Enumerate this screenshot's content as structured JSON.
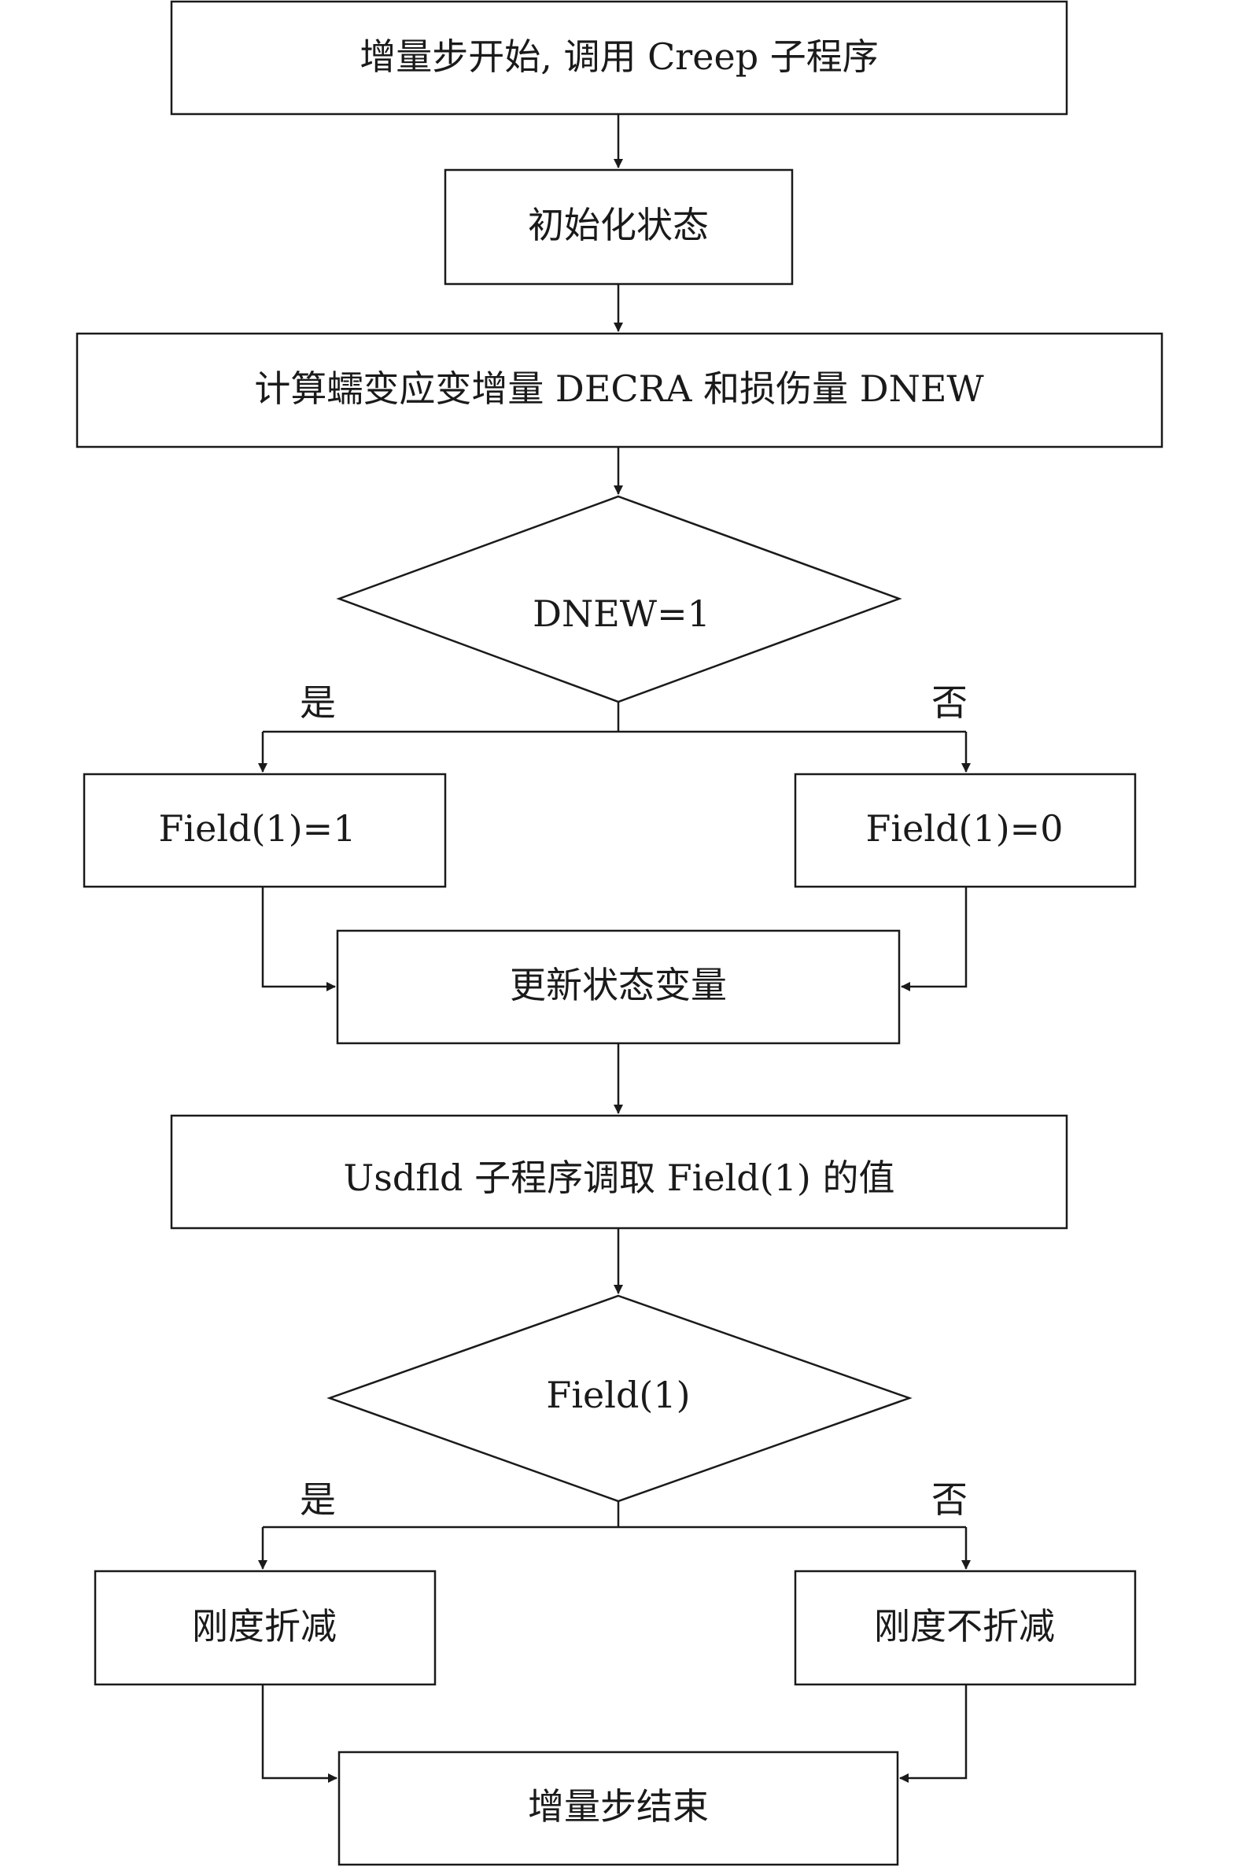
{
  "nodes": {
    "start": "增量步开始, 调用 Creep 子程序",
    "init": "初始化状态",
    "compute": "计算蠕变应变增量 DECRA 和损伤量 DNEW",
    "decision1": "DNEW=1",
    "field_one": "Field(1)=1",
    "field_zero": "Field(1)=0",
    "update": "更新状态变量",
    "usdfld": "Usdfld 子程序调取 Field(1) 的值",
    "decision2": "Field(1)",
    "reduce": "刚度折减",
    "no_reduce": "刚度不折减",
    "end": "增量步结束"
  },
  "branch_labels": {
    "d1_yes": "是",
    "d1_no": "否",
    "d2_yes": "是",
    "d2_no": "否"
  },
  "colors": {
    "stroke": "#1a1a1a",
    "fill": "#ffffff"
  }
}
